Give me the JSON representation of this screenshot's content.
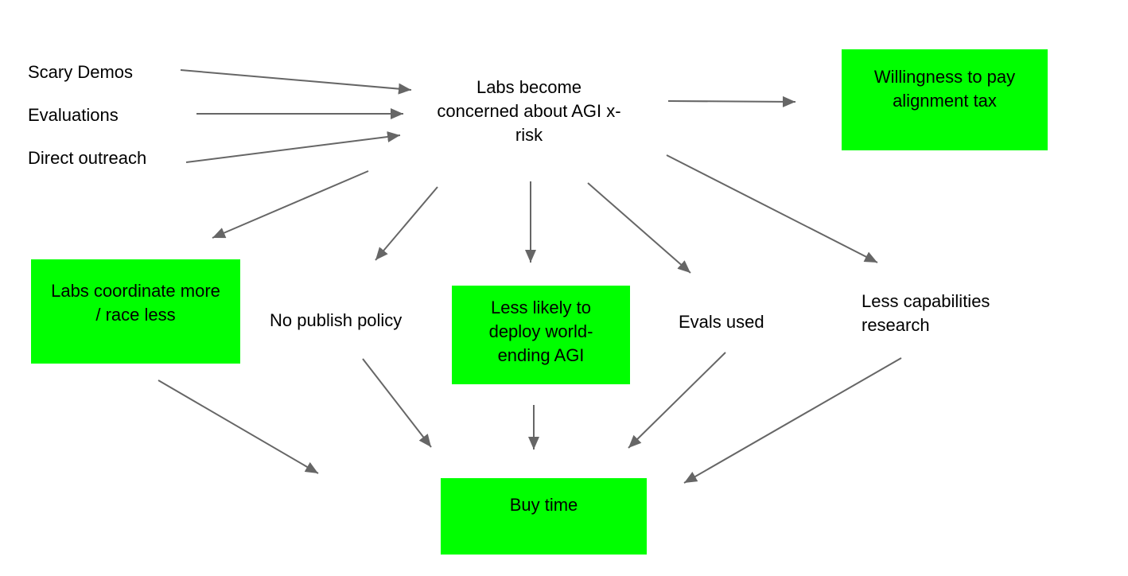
{
  "diagram": {
    "background_color": "#ffffff",
    "node_fill_color": "#00ff00",
    "arrow_color": "#666666",
    "text_color": "#000000",
    "nodes": {
      "scary_demos": {
        "label": "Scary Demos",
        "type": "text"
      },
      "evaluations": {
        "label": "Evaluations",
        "type": "text"
      },
      "direct_outreach": {
        "label": "Direct outreach",
        "type": "text"
      },
      "labs_concerned": {
        "label": "Labs become concerned about AGI x-risk",
        "type": "text"
      },
      "willingness": {
        "label": "Willingness to pay alignment tax",
        "type": "green-box"
      },
      "labs_coordinate": {
        "label": "Labs coordinate more / race less",
        "type": "green-box"
      },
      "no_publish": {
        "label": "No publish policy",
        "type": "text"
      },
      "less_likely": {
        "label": "Less likely to deploy world-ending AGI",
        "type": "green-box"
      },
      "evals_used": {
        "label": "Evals used",
        "type": "text"
      },
      "less_capabilities": {
        "label": "Less capabilities research",
        "type": "text"
      },
      "buy_time": {
        "label": "Buy time",
        "type": "green-box"
      }
    },
    "edges": [
      {
        "from": "scary_demos",
        "to": "labs_concerned"
      },
      {
        "from": "evaluations",
        "to": "labs_concerned"
      },
      {
        "from": "direct_outreach",
        "to": "labs_concerned"
      },
      {
        "from": "labs_concerned",
        "to": "willingness"
      },
      {
        "from": "labs_concerned",
        "to": "labs_coordinate"
      },
      {
        "from": "labs_concerned",
        "to": "no_publish"
      },
      {
        "from": "labs_concerned",
        "to": "less_likely"
      },
      {
        "from": "labs_concerned",
        "to": "evals_used"
      },
      {
        "from": "labs_concerned",
        "to": "less_capabilities"
      },
      {
        "from": "labs_coordinate",
        "to": "buy_time"
      },
      {
        "from": "no_publish",
        "to": "buy_time"
      },
      {
        "from": "less_likely",
        "to": "buy_time"
      },
      {
        "from": "evals_used",
        "to": "buy_time"
      },
      {
        "from": "less_capabilities",
        "to": "buy_time"
      }
    ]
  }
}
